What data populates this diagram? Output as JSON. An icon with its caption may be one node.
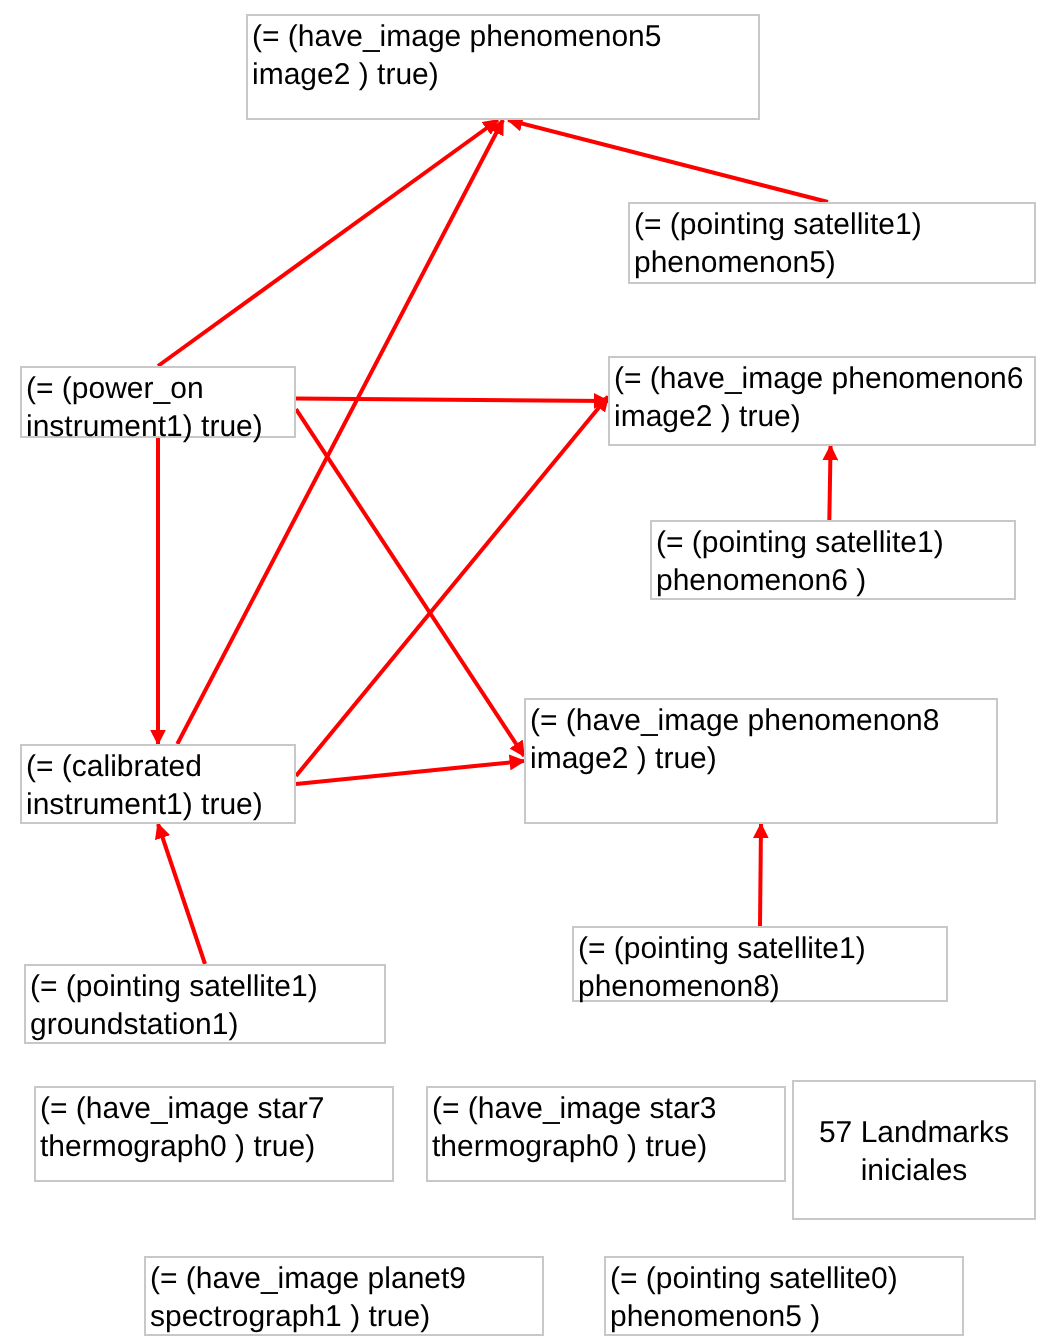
{
  "diagram": {
    "nodes": [
      {
        "text": [
          "(= (have_image phenomenon5 image2 ) true)"
        ]
      },
      {
        "text": [
          "(= (pointing satellite1) phenomenon5)"
        ]
      },
      {
        "text": [
          "(= (power_on instrument1) true)"
        ]
      },
      {
        "text": [
          "(= (have_image phenomenon6 image2 ) true)"
        ]
      },
      {
        "text": [
          "(= (pointing satellite1) phenomenon6 )"
        ]
      },
      {
        "text": [
          "(= (calibrated instrument1) true)"
        ]
      },
      {
        "text": [
          "(= (have_image phenomenon8 image2 ) true)"
        ]
      },
      {
        "text": [
          "(= (pointing satellite1) phenomenon8)"
        ]
      },
      {
        "text": [
          "(= (pointing satellite1) groundstation1)"
        ]
      },
      {
        "text": [
          "(= (have_image star7 thermograph0 ) true)"
        ]
      },
      {
        "text": [
          "(= (have_image star3 thermograph0 ) true)"
        ]
      },
      {
        "text": [
          "57 Landmarks iniciales"
        ]
      },
      {
        "text": [
          "(= (have_image planet9 spectrograph1 ) true)"
        ]
      },
      {
        "text": [
          "(= (pointing satellite0) phenomenon5 )"
        ]
      }
    ],
    "edges": [
      {
        "from": 2,
        "to": 0,
        "arrow": "to"
      },
      {
        "from": 5,
        "to": 0,
        "arrow": "to"
      },
      {
        "from": 1,
        "to": 0,
        "arrow": "to"
      },
      {
        "from": 2,
        "to": 3,
        "arrow": "to"
      },
      {
        "from": 2,
        "to": 6,
        "arrow": "to"
      },
      {
        "from": 5,
        "to": 3,
        "arrow": "to"
      },
      {
        "from": 5,
        "to": 6,
        "arrow": "to"
      },
      {
        "from": 2,
        "to": 5,
        "arrow": "to"
      },
      {
        "from": 4,
        "to": 3,
        "arrow": "to"
      },
      {
        "from": 7,
        "to": 6,
        "arrow": "to"
      },
      {
        "from": 8,
        "to": 5,
        "arrow": "to"
      }
    ]
  }
}
